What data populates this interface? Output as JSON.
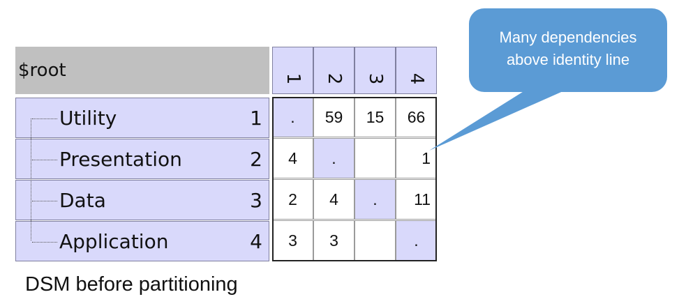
{
  "header": {
    "root_label": "$root"
  },
  "rows": [
    {
      "name": "Utility",
      "index": "1"
    },
    {
      "name": "Presentation",
      "index": "2"
    },
    {
      "name": "Data",
      "index": "3"
    },
    {
      "name": "Application",
      "index": "4"
    }
  ],
  "columns": [
    "1",
    "2",
    "3",
    "4"
  ],
  "matrix": [
    [
      ".",
      "59",
      "15",
      "66"
    ],
    [
      "4",
      ".",
      "",
      "1"
    ],
    [
      "2",
      "4",
      ".",
      "11"
    ],
    [
      "3",
      "3",
      "",
      "."
    ]
  ],
  "callout": {
    "text": "Many dependencies\nabove identity line",
    "color": "#5b9bd5"
  },
  "caption": "DSM before partitioning",
  "colors": {
    "header_bg": "#c0c0c0",
    "row_bg": "#d9d9fb",
    "diag_bg": "#d9d9fb"
  }
}
